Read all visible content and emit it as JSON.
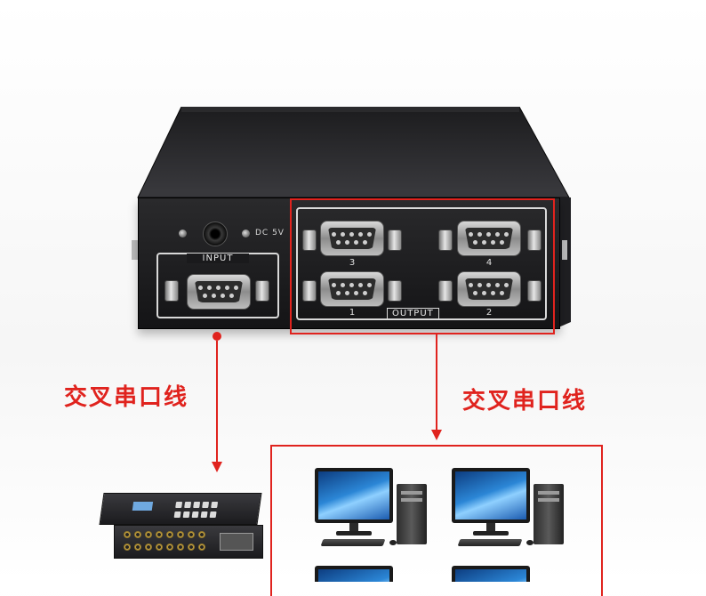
{
  "device": {
    "dc_label": "DC 5V",
    "input_label": "INPUT",
    "output_label": "OUTPUT",
    "port_numbers": [
      "3",
      "4",
      "1",
      "2"
    ]
  },
  "annotations": {
    "left_cable_label": "交叉串口线",
    "right_cable_label": "交叉串口线",
    "accent_color": "#e0231e"
  },
  "icons": {
    "matrix_switcher": "matrix-switcher-icon",
    "desktop_computer": "desktop-computer-icon"
  }
}
